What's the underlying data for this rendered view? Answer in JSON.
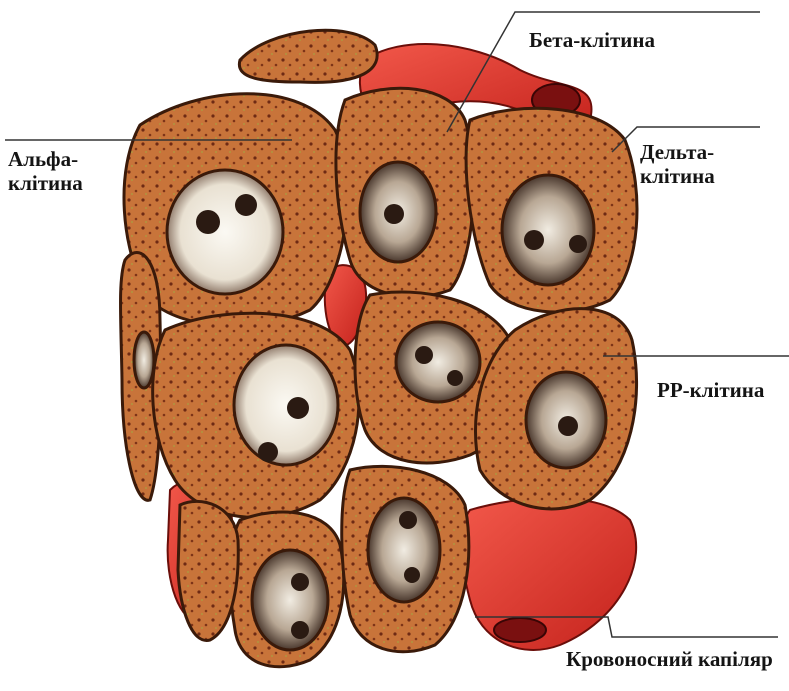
{
  "labels": {
    "beta": "Бета-клітина",
    "alpha": "Альфа-\nклітина",
    "delta": "Дельта-\nклітина",
    "pp": "PP-клітина",
    "capillary": "Кровоносний капіляр"
  },
  "colors": {
    "cell_fill": "#c8743a",
    "cell_edge": "#3a1a0a",
    "nucleus_fill": "#f4f0e8",
    "capillary": "#e0362a",
    "leader_line": "#333333"
  }
}
